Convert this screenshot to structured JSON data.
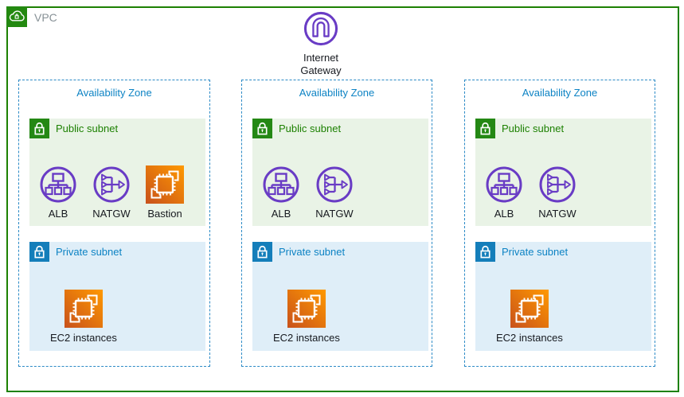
{
  "vpc": {
    "label": "VPC"
  },
  "internet_gateway": {
    "line1": "Internet",
    "line2": "Gateway"
  },
  "zones": [
    {
      "title": "Availability Zone",
      "public_subnet": {
        "label": "Public subnet",
        "services": [
          {
            "name": "ALB",
            "icon": "alb"
          },
          {
            "name": "NATGW",
            "icon": "natgw"
          },
          {
            "name": "Bastion",
            "icon": "ec2"
          }
        ]
      },
      "private_subnet": {
        "label": "Private subnet",
        "services": [
          {
            "name": "EC2 instances",
            "icon": "ec2"
          }
        ]
      }
    },
    {
      "title": "Availability Zone",
      "public_subnet": {
        "label": "Public subnet",
        "services": [
          {
            "name": "ALB",
            "icon": "alb"
          },
          {
            "name": "NATGW",
            "icon": "natgw"
          }
        ]
      },
      "private_subnet": {
        "label": "Private subnet",
        "services": [
          {
            "name": "EC2 instances",
            "icon": "ec2"
          }
        ]
      }
    },
    {
      "title": "Availability Zone",
      "public_subnet": {
        "label": "Public subnet",
        "services": [
          {
            "name": "ALB",
            "icon": "alb"
          },
          {
            "name": "NATGW",
            "icon": "natgw"
          }
        ]
      },
      "private_subnet": {
        "label": "Private subnet",
        "services": [
          {
            "name": "EC2 instances",
            "icon": "ec2"
          }
        ]
      }
    }
  ],
  "colors": {
    "vpc_border_green": "#1d8102",
    "vpc_badge_green": "#238910",
    "vpc_label_gray": "#879196",
    "public_badge_green": "#248814",
    "public_label_green": "#1d8102",
    "public_subnet_bg": "#e9f3e6",
    "private_badge_blue": "#147eba",
    "private_label_blue": "#0d83c4",
    "private_subnet_bg": "#dfeef8",
    "az_border_blue": "#2b8ac6",
    "az_title_blue": "#0d83c4",
    "network_purple": "#693cc5",
    "ec2_gradient_dark": "#c8511b",
    "ec2_gradient_light": "#ff9900",
    "icon_label_dark": "#16191f"
  }
}
